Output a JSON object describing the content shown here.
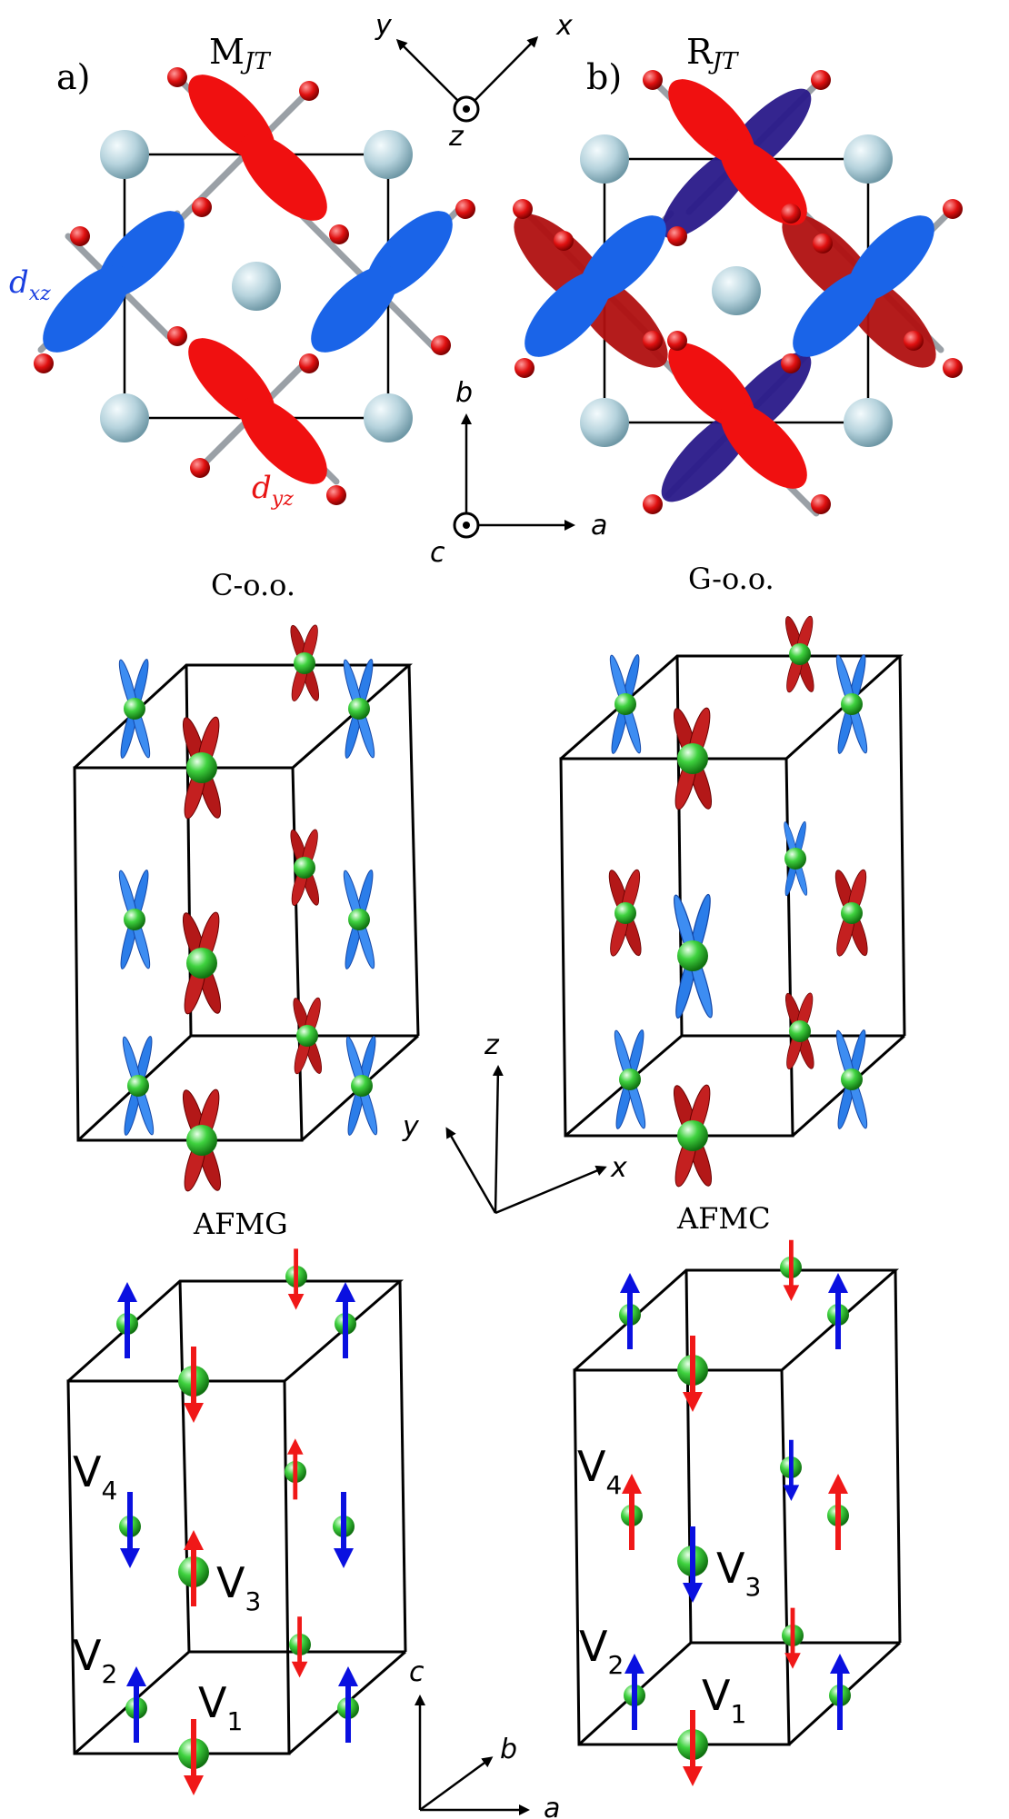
{
  "panels": {
    "a_label": "a)",
    "b_label": "b)",
    "a_title_main": "M",
    "a_title_sub": "JT",
    "b_title_main": "R",
    "b_title_sub": "JT"
  },
  "orbitals": {
    "dxz_main": "d",
    "dxz_sub": "xz",
    "dyz_main": "d",
    "dyz_sub": "yz",
    "colors": {
      "dxz": "#1a5fe0",
      "dyz": "#e81414",
      "dark_red": "#aa1111",
      "dark_blue": "#2a1a8a"
    }
  },
  "axes": {
    "top": {
      "x": "x",
      "y": "y",
      "z": "z"
    },
    "lattice": {
      "a": "a",
      "b": "b",
      "c": "c"
    },
    "mid": {
      "x": "x",
      "y": "y",
      "z": "z"
    },
    "bottom": {
      "a": "a",
      "b": "b",
      "c": "c"
    }
  },
  "orders": {
    "left_orbital": "C-o.o.",
    "right_orbital": "G-o.o.",
    "left_magnetic": "AFMG",
    "right_magnetic": "AFMC"
  },
  "sites": {
    "letter": "V",
    "v1": "1",
    "v2": "2",
    "v3": "3",
    "v4": "4"
  }
}
